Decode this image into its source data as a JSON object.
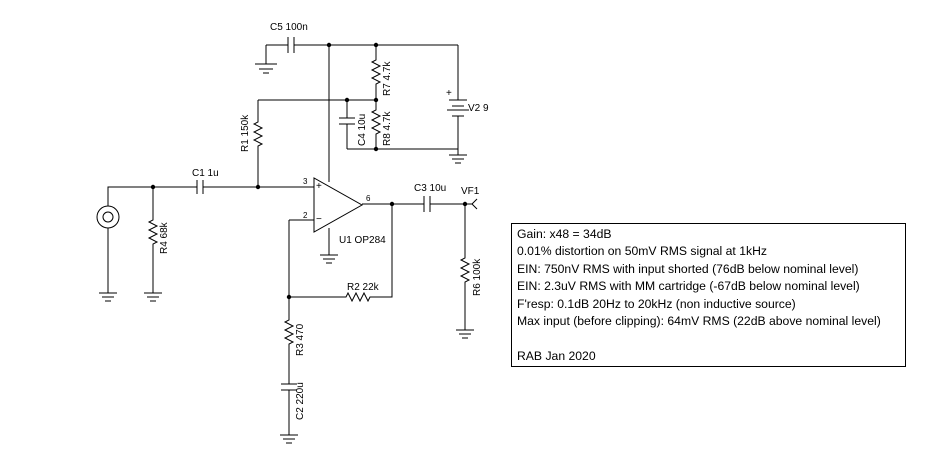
{
  "schematic": {
    "components": {
      "c5": "C5 100n",
      "c1": "C1 1u",
      "c3": "C3 10u",
      "c4": "C4 10u",
      "c2": "C2 220u",
      "r1": "R1 150k",
      "r4": "R4 68k",
      "r7": "R7 4.7k",
      "r8": "R8 4.7k",
      "r2": "R2 22k",
      "r3": "R3 470",
      "r6": "R6 100k",
      "v2": "V2 9",
      "u1": "U1 OP284",
      "vf1": "VF1"
    },
    "pins": {
      "noninv": "3",
      "inv": "2",
      "out": "6",
      "plus_sign": "+",
      "minus_sign": "−",
      "batt_plus": "+"
    }
  },
  "notes": {
    "lines": [
      "Gain: x48 = 34dB",
      "0.01% distortion on 50mV RMS signal at 1kHz",
      "EIN: 750nV RMS with input shorted (76dB below nominal level)",
      "EIN: 2.3uV RMS with MM cartridge (-67dB below nominal level)",
      "F'resp: 0.1dB 20Hz to 20kHz (non inductive source)",
      "Max input (before clipping): 64mV RMS (22dB above nominal level)"
    ],
    "signature": "RAB Jan 2020"
  }
}
